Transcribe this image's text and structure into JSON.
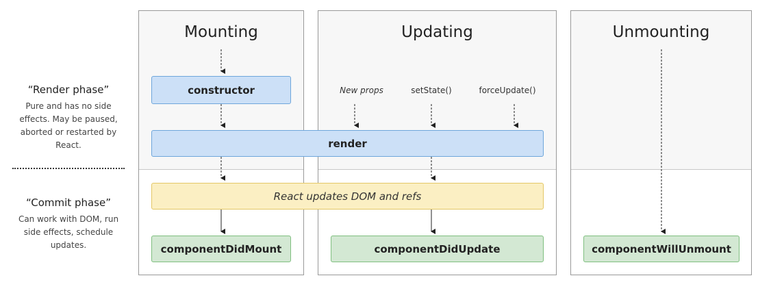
{
  "phases": {
    "render": {
      "title": "“Render phase”",
      "description": "Pure and has no side effects. May be paused, aborted or restarted by React."
    },
    "commit": {
      "title": "“Commit phase”",
      "description": "Can work with DOM, run side effects, schedule updates."
    }
  },
  "columns": {
    "mounting": "Mounting",
    "updating": "Updating",
    "unmounting": "Unmounting"
  },
  "triggers": {
    "new_props": "New props",
    "set_state": "setState()",
    "force_update": "forceUpdate()"
  },
  "methods": {
    "constructor": "constructor",
    "render": "render",
    "react_updates": "React updates DOM and refs",
    "component_did_mount": "componentDidMount",
    "component_did_update": "componentDidUpdate",
    "component_will_unmount": "componentWillUnmount"
  },
  "colors": {
    "render_box": "#cce0f7",
    "commit_box": "#d3e8d3",
    "dom_update_box": "#fbefc3",
    "column_bg_render": "#f7f7f7"
  }
}
